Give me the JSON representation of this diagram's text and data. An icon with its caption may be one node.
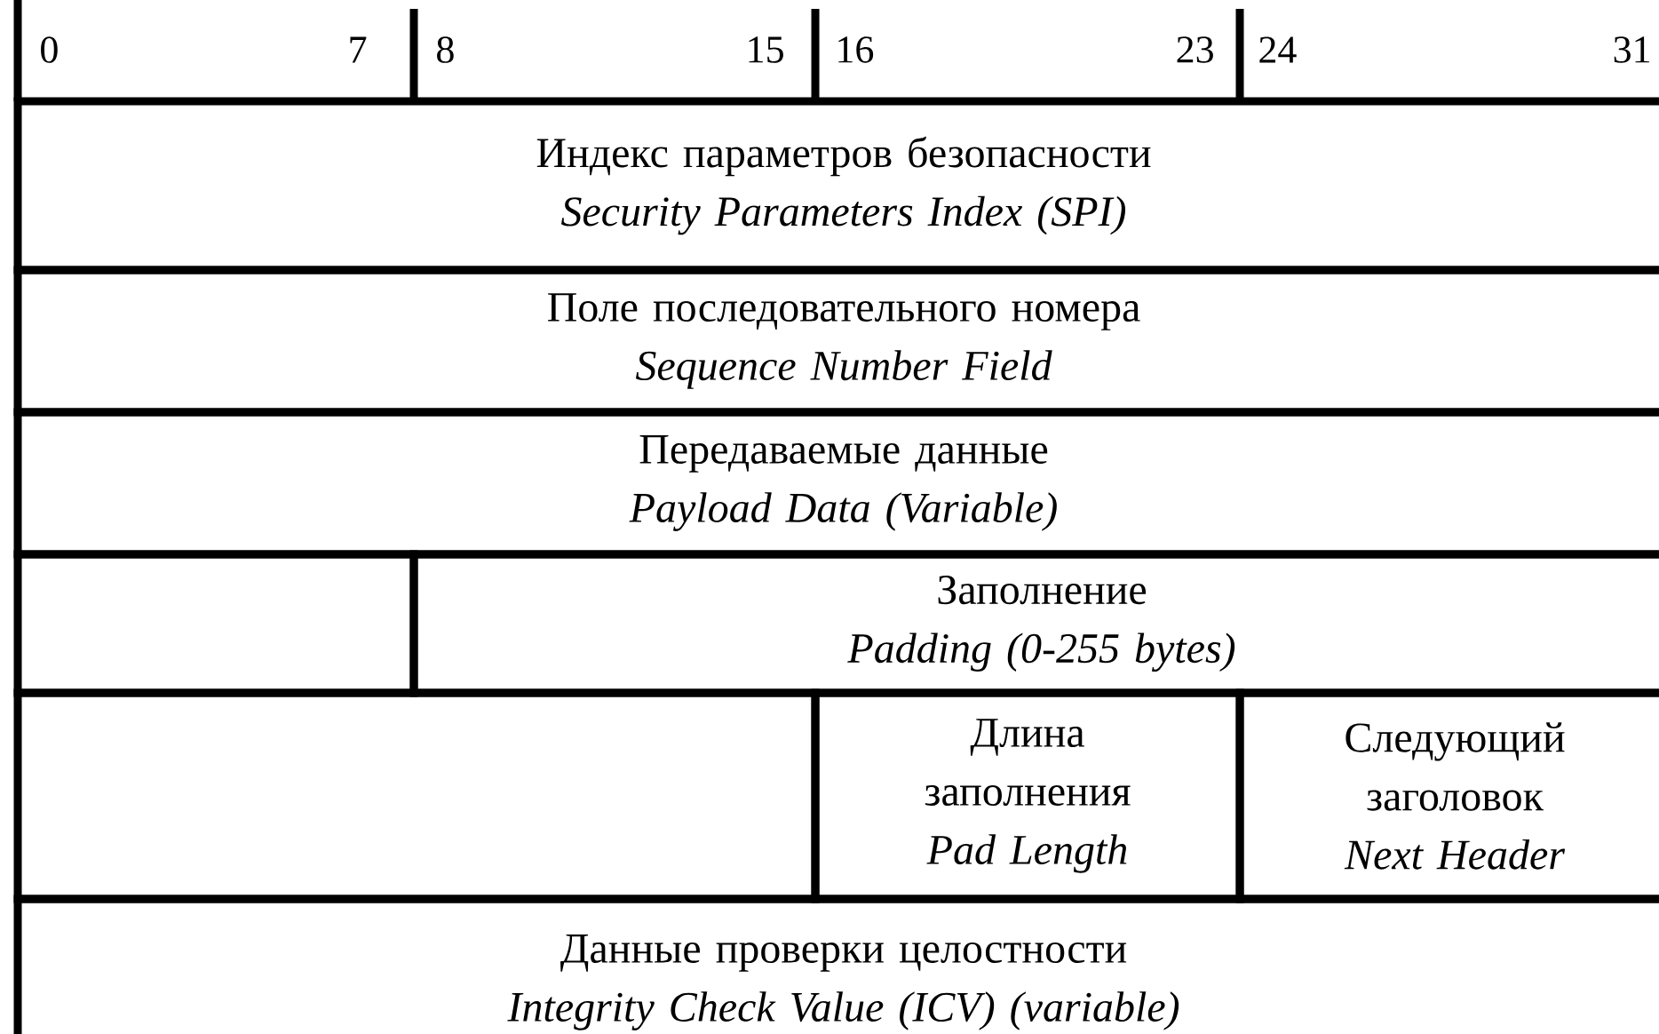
{
  "diagram": {
    "nodes": [
      {
        "text": [
          "Индекс параметров безопасности",
          "Security Parameters Index (SPI)"
        ]
      },
      {
        "text": [
          "Поле последовательного номера",
          "Sequence Number Field"
        ]
      },
      {
        "text": [
          "Передаваемые данные",
          "Payload Data (Variable)"
        ]
      },
      {
        "text": [],
        "shape": "box"
      },
      {
        "text": [
          "Заполнение",
          "Padding (0-255 bytes)"
        ]
      },
      {
        "text": [],
        "shape": "box"
      },
      {
        "text": [
          "Длина заполнения",
          "Pad Length"
        ]
      },
      {
        "text": [
          "Следующий заголовок",
          "Next Header"
        ]
      },
      {
        "text": [
          "Данные проверки целостности",
          "Integrity Check Value (ICV) (variable)"
        ]
      }
    ],
    "labels": [
      "0",
      "7",
      "8",
      "15",
      "16",
      "23",
      "24",
      "31"
    ]
  }
}
